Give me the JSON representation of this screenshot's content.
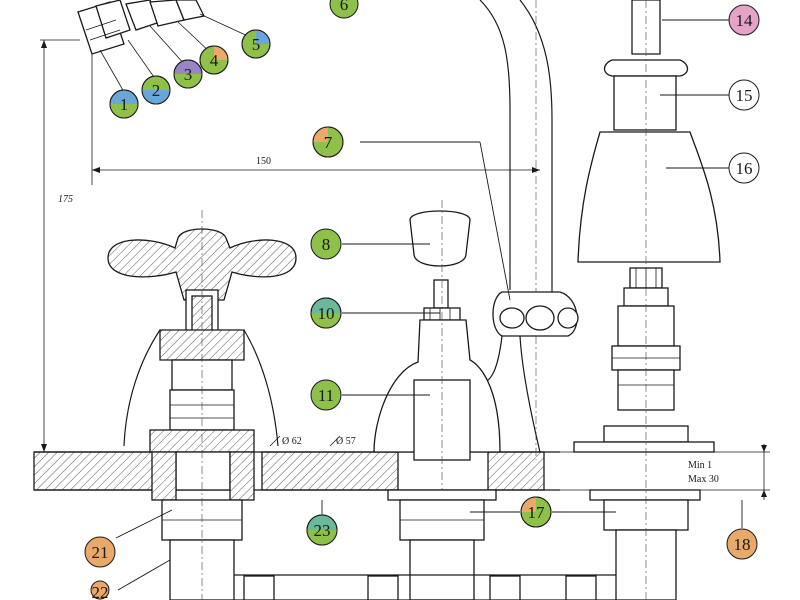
{
  "dimensions": {
    "height_175": "175",
    "width_150": "150",
    "dia_62": "Ø 62",
    "dia_57": "Ø 57",
    "min": "Min 1",
    "max": "Max 30"
  },
  "callouts": [
    {
      "id": "c1",
      "label": "1",
      "color": "#6aa6d8"
    },
    {
      "id": "c2",
      "label": "2",
      "color": "#8ec04a"
    },
    {
      "id": "c3",
      "label": "3",
      "color": "#9b86c4"
    },
    {
      "id": "c4",
      "label": "4",
      "color": "#8ec04a"
    },
    {
      "id": "c5",
      "label": "5",
      "color": "#8ec04a"
    },
    {
      "id": "c6",
      "label": "6",
      "color": "#8ec04a"
    },
    {
      "id": "c7",
      "label": "7",
      "color": "#8ec04a"
    },
    {
      "id": "c8",
      "label": "8",
      "color": "#8ec04a"
    },
    {
      "id": "c10",
      "label": "10",
      "color": "#6bb89a"
    },
    {
      "id": "c11",
      "label": "11",
      "color": "#8ec04a"
    },
    {
      "id": "c14",
      "label": "14",
      "color": "#e6a3c8"
    },
    {
      "id": "c15",
      "label": "15",
      "color": "#ffffff"
    },
    {
      "id": "c16",
      "label": "16",
      "color": "#ffffff"
    },
    {
      "id": "c17",
      "label": "17",
      "color": "#8ec04a"
    },
    {
      "id": "c18",
      "label": "18",
      "color": "#e8a96a"
    },
    {
      "id": "c21",
      "label": "21",
      "color": "#e8a96a"
    },
    {
      "id": "c22",
      "label": "22",
      "color": "#e8a96a"
    },
    {
      "id": "c23",
      "label": "23",
      "color": "#6bb89a"
    }
  ],
  "colors": {
    "green": "#8ec04a",
    "orange": "#e8a96a",
    "blue": "#6aa6d8",
    "teal": "#6bb89a",
    "purple": "#9b86c4",
    "pink": "#e6a3c8"
  }
}
